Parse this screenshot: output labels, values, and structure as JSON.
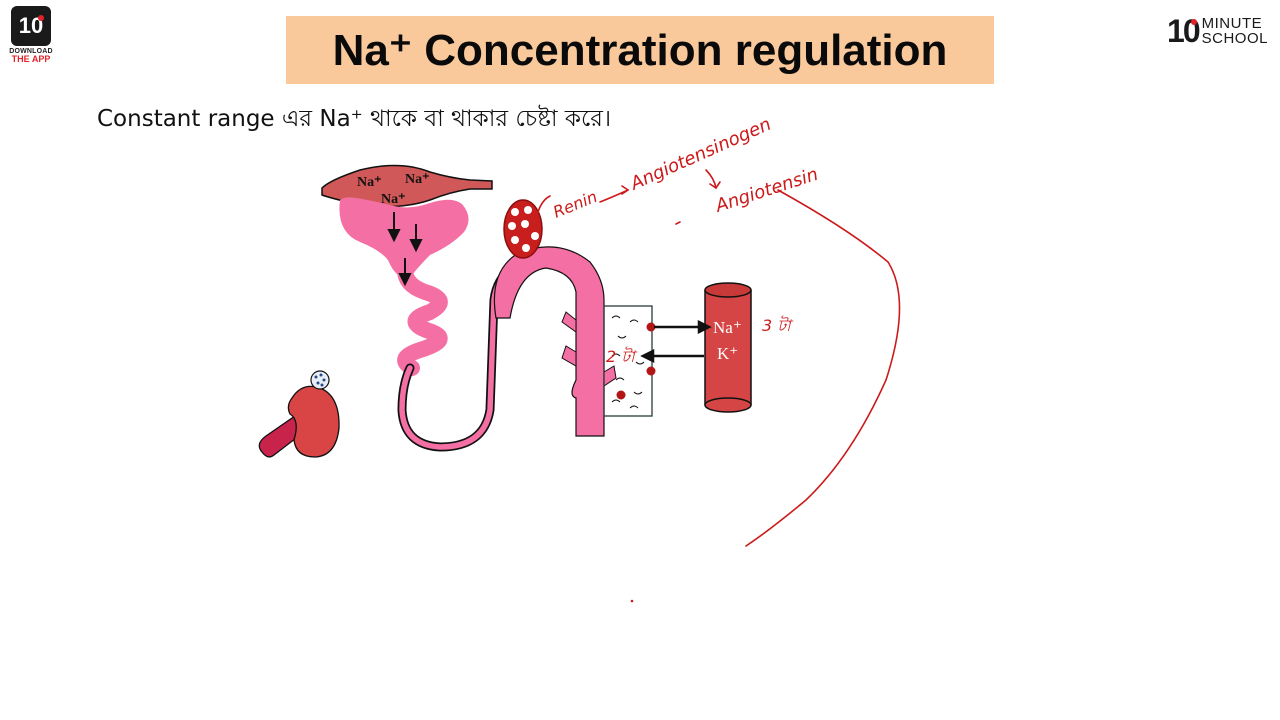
{
  "header": {
    "badge_number": "10",
    "badge_line1": "DOWNLOAD",
    "badge_line2": "THE APP",
    "brand_number": "10",
    "brand_line1": "MINUTE",
    "brand_line2": "SCHOOL"
  },
  "title": "Na⁺ Concentration regulation",
  "subtitle": "Constant range এর Na⁺ থাকে বা থাকার চেষ্টা করে।",
  "diagram": {
    "interstitial_labels": [
      "Na⁺",
      "Na⁺",
      "Na⁺"
    ],
    "capillary_na_label": "Na⁺",
    "capillary_k_label": "K⁺",
    "na_count_label": "3 টা",
    "k_count_label": "2 টা",
    "annotation_renin": "Renin",
    "annotation_angiotensinogen": "Angiotensinogen",
    "annotation_angiotensin": "Angiotensin"
  },
  "colors": {
    "title_bg": "#f9c89b",
    "tubule_pink": "#f46fa3",
    "vessel_red": "#d64545",
    "annotation_red": "#cc1a1a"
  }
}
